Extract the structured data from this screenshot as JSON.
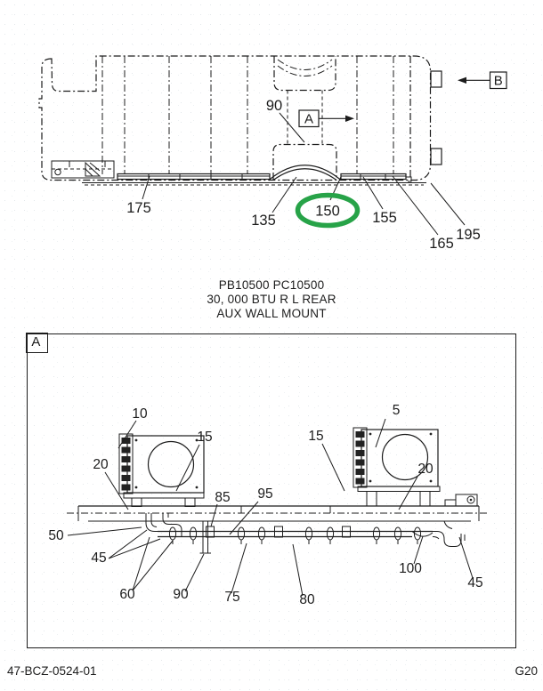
{
  "top_view": {
    "view_marker_a": "A",
    "view_marker_b": "B",
    "callouts": {
      "c90": "90",
      "c135": "135",
      "c150": "150",
      "c155": "155",
      "c165": "165",
      "c175": "175",
      "c195": "195"
    },
    "highlight": {
      "part": "150",
      "color": "#27a348"
    }
  },
  "caption": {
    "line1": "PB10500 PC10500",
    "line2": "30, 000 BTU R L REAR",
    "line3": "AUX WALL MOUNT"
  },
  "detail_view": {
    "marker": "A",
    "callouts": {
      "c5": "5",
      "c10": "10",
      "c15_left": "15",
      "c15_right": "15",
      "c20_left": "20",
      "c20_right": "20",
      "c45_left": "45",
      "c45_right": "45",
      "c50": "50",
      "c60": "60",
      "c75": "75",
      "c80": "80",
      "c85": "85",
      "c90": "90",
      "c95": "95",
      "c100": "100"
    }
  },
  "footer": {
    "document_number": "47-BCZ-0524-01",
    "page_code": "G20"
  }
}
